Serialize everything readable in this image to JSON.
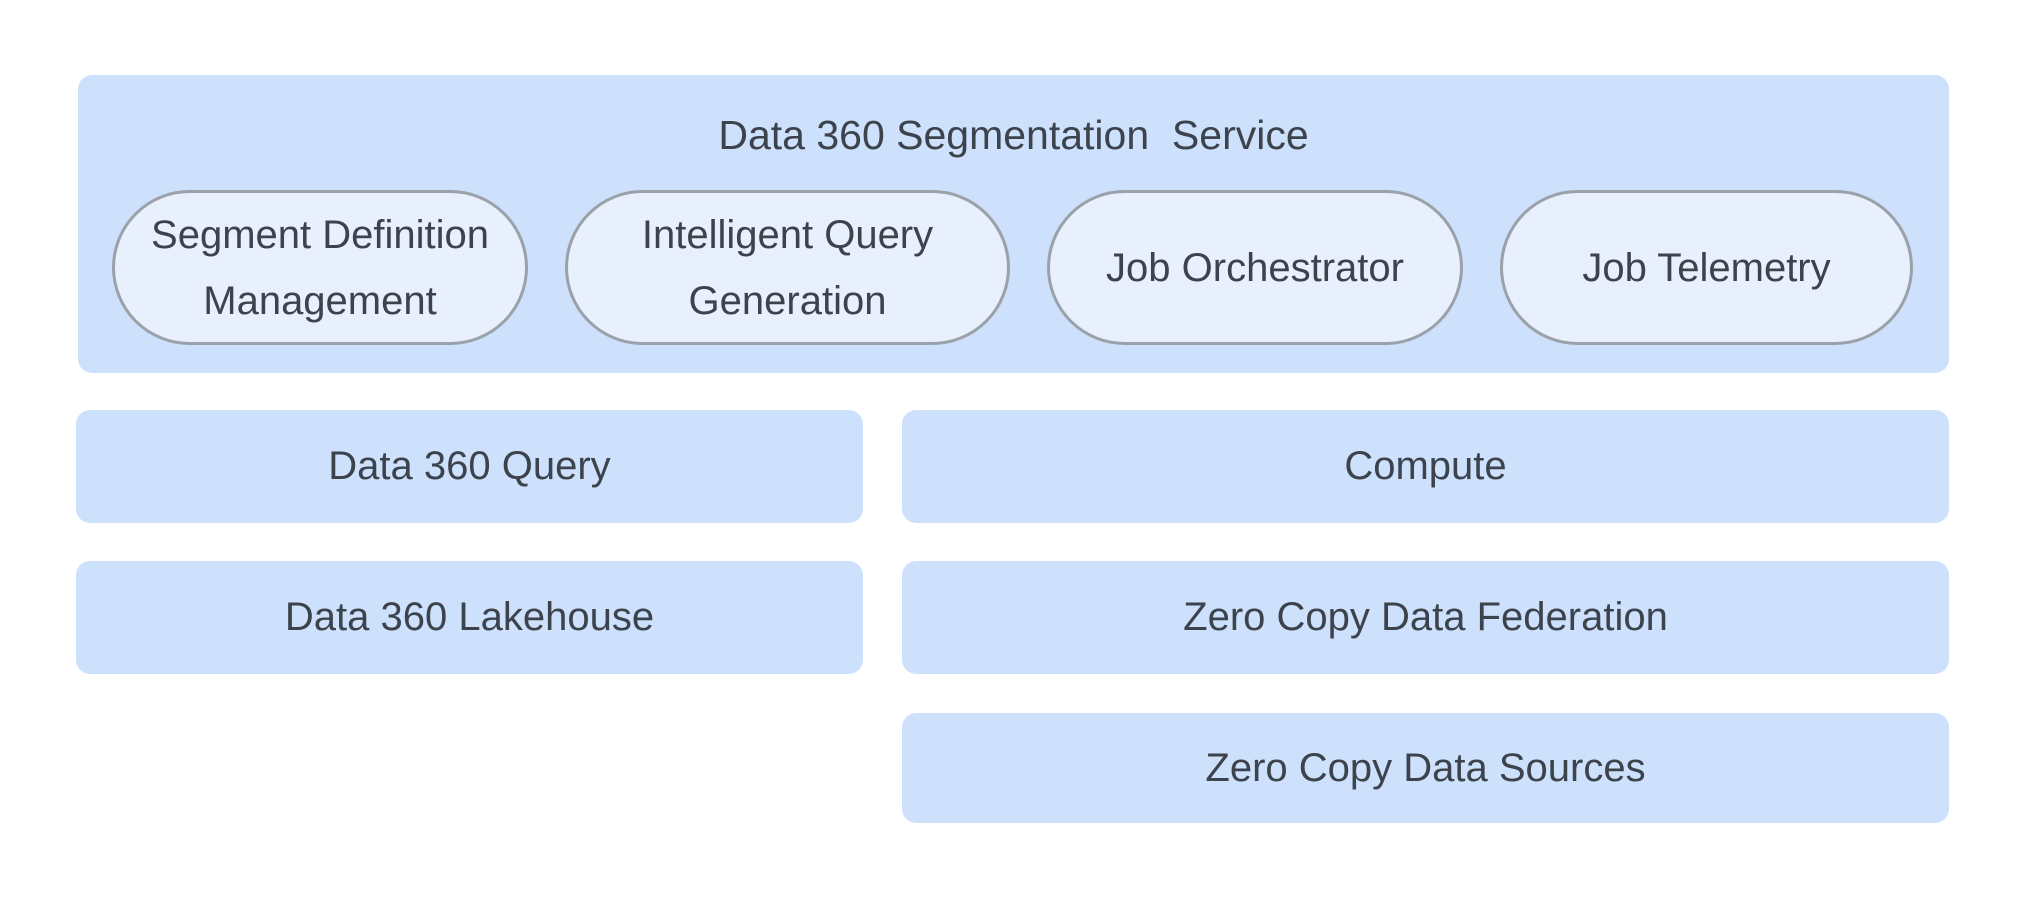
{
  "colors": {
    "background": "#ffffff",
    "panel_fill": "#cee1fc",
    "pill_fill": "#e9f0fd",
    "pill_border": "#9aa1a9",
    "text": "#3c434d"
  },
  "segmentation_service": {
    "title": "Data 360 Segmentation  Service",
    "components": [
      {
        "label": "Segment Definition Management"
      },
      {
        "label": "Intelligent Query Generation"
      },
      {
        "label": "Job Orchestrator"
      },
      {
        "label": "Job Telemetry"
      }
    ]
  },
  "left_column": [
    {
      "label": "Data 360 Query"
    },
    {
      "label": "Data 360 Lakehouse"
    }
  ],
  "right_column": [
    {
      "label": "Compute"
    },
    {
      "label": "Zero Copy Data Federation"
    },
    {
      "label": "Zero Copy Data Sources"
    }
  ]
}
